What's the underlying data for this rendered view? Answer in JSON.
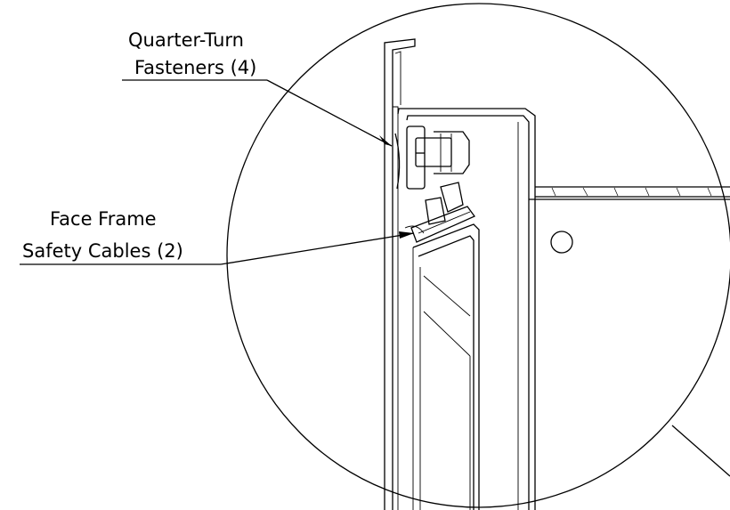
{
  "callouts": {
    "fasteners": {
      "line1": "Quarter-Turn",
      "line2": "Fasteners (4)"
    },
    "cables": {
      "line1": "Face Frame",
      "line2": "Safety Cables (2)"
    }
  },
  "colors": {
    "line": "#000000",
    "background": "#ffffff"
  }
}
